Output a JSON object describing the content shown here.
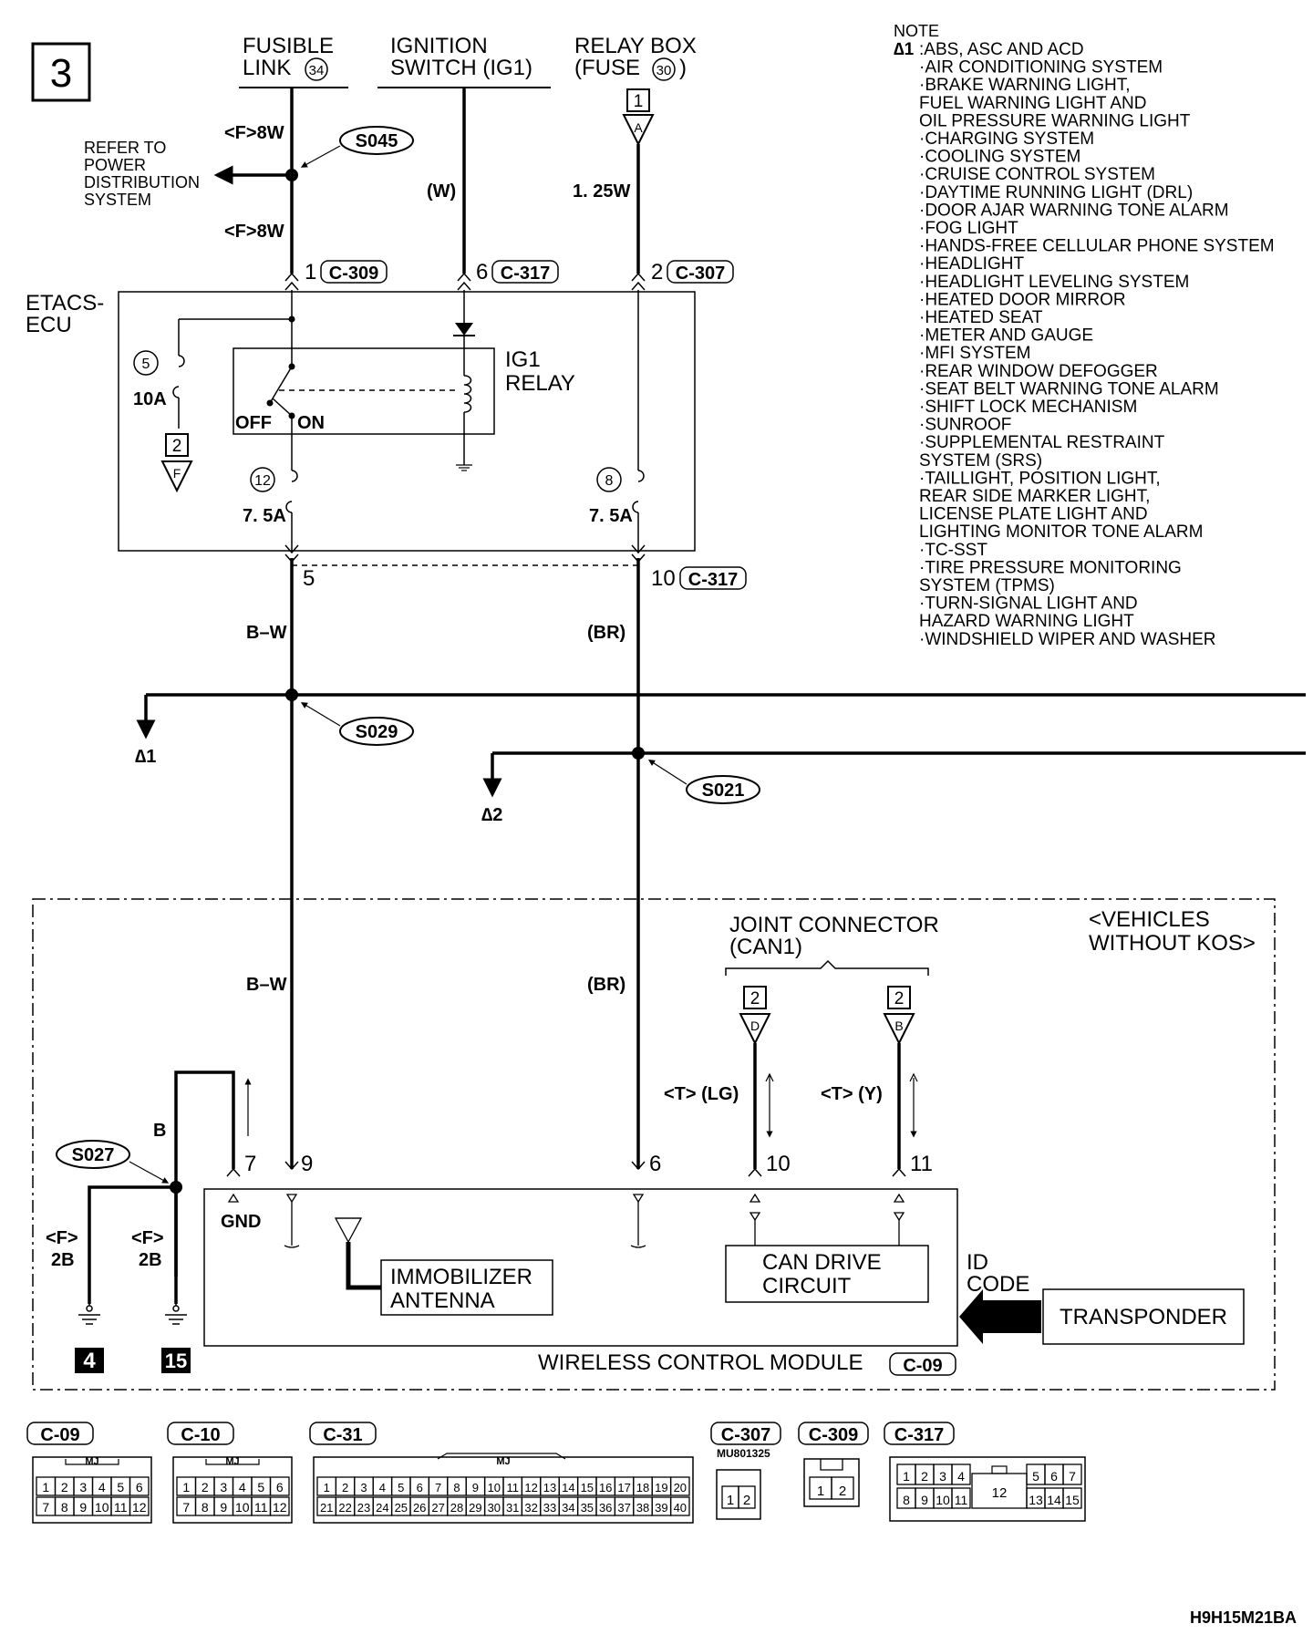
{
  "page": {
    "number": "3",
    "diagram_code": "H9H15M21BA"
  },
  "note": {
    "title": "NOTE",
    "ref": "∆1",
    "items": [
      ":ABS, ASC AND ACD",
      "·AIR CONDITIONING SYSTEM",
      "·BRAKE WARNING LIGHT,",
      " FUEL WARNING LIGHT AND",
      " OIL PRESSURE WARNING LIGHT",
      "·CHARGING SYSTEM",
      "·COOLING SYSTEM",
      "·CRUISE CONTROL SYSTEM",
      "·DAYTIME RUNNING LIGHT (DRL)",
      "·DOOR AJAR WARNING TONE ALARM",
      "·FOG LIGHT",
      "·HANDS-FREE CELLULAR PHONE SYSTEM",
      "·HEADLIGHT",
      "·HEADLIGHT LEVELING SYSTEM",
      "·HEATED DOOR MIRROR",
      "·HEATED SEAT",
      "·METER AND GAUGE",
      "·MFI SYSTEM",
      "·REAR WINDOW DEFOGGER",
      "·SEAT BELT WARNING TONE ALARM",
      "·SHIFT LOCK MECHANISM",
      "·SUNROOF",
      "·SUPPLEMENTAL RESTRAINT",
      " SYSTEM (SRS)",
      "·TAILLIGHT, POSITION LIGHT,",
      " REAR SIDE MARKER LIGHT,",
      " LICENSE PLATE LIGHT AND",
      " LIGHTING MONITOR TONE ALARM",
      "·TC-SST",
      "·TIRE PRESSURE MONITORING",
      " SYSTEM (TPMS)",
      "·TURN-SIGNAL LIGHT AND",
      " HAZARD WARNING LIGHT",
      "·WINDSHIELD WIPER AND WASHER"
    ]
  },
  "sources": {
    "fusible_link": {
      "line1": "FUSIBLE",
      "line2": "LINK",
      "num": "34"
    },
    "ignition_switch": {
      "line1": "IGNITION",
      "line2": "SWITCH (IG1)"
    },
    "relay_box": {
      "line1": "RELAY BOX",
      "line2a": "(FUSE",
      "num": "30",
      "line2b": ")",
      "conn_num": "1",
      "conn_letter": "A"
    }
  },
  "wires": {
    "f8w_top": "<F>8W",
    "f8w_bottom": "<F>8W",
    "w": "(W)",
    "w125": "1. 25W",
    "bw1": "B–W",
    "br1": "(BR)",
    "bw2": "B–W",
    "br2": "(BR)",
    "b": "B",
    "f2b_1a": "<F>",
    "f2b_1b": "2B",
    "f2b_2a": "<F>",
    "f2b_2b": "2B",
    "t_lg": "<T> (LG)",
    "t_y": "<T> (Y)"
  },
  "refer": {
    "line1": "REFER TO",
    "line2": "POWER",
    "line3": "DISTRIBUTION",
    "line4": "SYSTEM"
  },
  "splices": {
    "s045": "S045",
    "s029": "S029",
    "s021": "S021",
    "s027": "S027"
  },
  "etacs": {
    "title1": "ETACS-",
    "title2": "ECU",
    "pin1": "1",
    "conn1": "C-309",
    "pin6": "6",
    "conn6": "C-317",
    "pin2": "2",
    "conn2": "C-307",
    "fuse5_num": "5",
    "fuse5_rating": "10A",
    "fuse12_num": "12",
    "fuse12_rating": "7. 5A",
    "fuse8_num": "8",
    "fuse8_rating": "7. 5A",
    "relay_line1": "IG1",
    "relay_line2": "RELAY",
    "off": "OFF",
    "on": "ON",
    "connF_num": "2",
    "connF_letter": "F",
    "pin5": "5",
    "pin10": "10",
    "conn10": "C-317"
  },
  "refs": {
    "star1": "∆1",
    "star2": "∆2"
  },
  "module": {
    "variant1": "<VEHICLES",
    "variant2": "WITHOUT KOS>",
    "joint1": "JOINT CONNECTOR",
    "joint2": "(CAN1)",
    "jc_d_num": "2",
    "jc_d_letter": "D",
    "jc_b_num": "2",
    "jc_b_letter": "B",
    "pin7": "7",
    "pin9": "9",
    "pin6": "6",
    "pin10": "10",
    "pin11": "11",
    "gnd": "GND",
    "immob1": "IMMOBILIZER",
    "immob2": "ANTENNA",
    "can1": "CAN DRIVE",
    "can2": "CIRCUIT",
    "id1": "ID",
    "id2": "CODE",
    "transponder": "TRANSPONDER",
    "name": "WIRELESS CONTROL MODULE",
    "conn": "C-09",
    "ground4": "4",
    "ground15": "15"
  },
  "connectors": {
    "c09": {
      "label": "C-09",
      "tag": "MJ",
      "row1": [
        "1",
        "2",
        "3",
        "4",
        "5",
        "6"
      ],
      "row2": [
        "7",
        "8",
        "9",
        "10",
        "11",
        "12"
      ]
    },
    "c10": {
      "label": "C-10",
      "tag": "MJ",
      "row1": [
        "1",
        "2",
        "3",
        "4",
        "5",
        "6"
      ],
      "row2": [
        "7",
        "8",
        "9",
        "10",
        "11",
        "12"
      ]
    },
    "c31": {
      "label": "C-31",
      "tag": "MJ",
      "row1": [
        "1",
        "2",
        "3",
        "4",
        "5",
        "6",
        "7",
        "8",
        "9",
        "10",
        "11",
        "12",
        "13",
        "14",
        "15",
        "16",
        "17",
        "18",
        "19",
        "20"
      ],
      "row2": [
        "21",
        "22",
        "23",
        "24",
        "25",
        "26",
        "27",
        "28",
        "29",
        "30",
        "31",
        "32",
        "33",
        "34",
        "35",
        "36",
        "37",
        "38",
        "39",
        "40"
      ]
    },
    "c307": {
      "label": "C-307",
      "part": "MU801325",
      "pins": [
        "1",
        "2"
      ]
    },
    "c309": {
      "label": "C-309",
      "pins": [
        "1",
        "2"
      ]
    },
    "c317": {
      "label": "C-317",
      "row1a": [
        "1",
        "2",
        "3",
        "4"
      ],
      "row1b": [
        "5",
        "6",
        "7"
      ],
      "row2a": [
        "8",
        "9",
        "10",
        "11"
      ],
      "big": "12",
      "row2b": [
        "13",
        "14",
        "15"
      ]
    }
  }
}
